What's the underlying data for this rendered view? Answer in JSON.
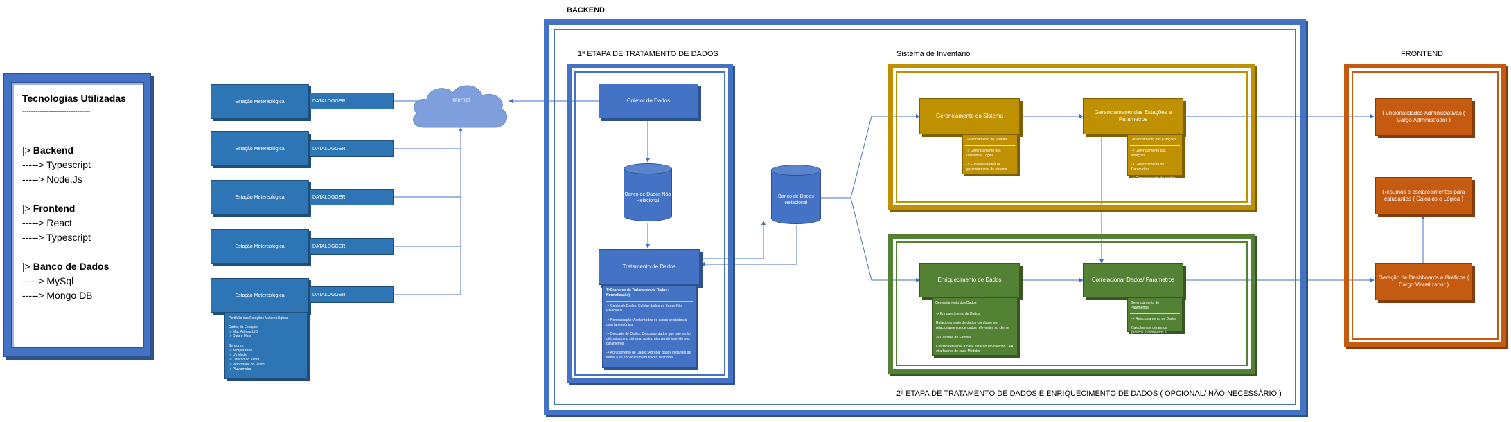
{
  "technologies": {
    "title": "Tecnologias Utilizadas",
    "divider": "-------------------------------",
    "lines": [
      {
        "prefix": "|> ",
        "bold": "Backend"
      },
      {
        "text": "-----> Typescript"
      },
      {
        "text": "-----> Node.Js"
      },
      {
        "prefix": "|> ",
        "bold": "Frontend"
      },
      {
        "text": "-----> React"
      },
      {
        "text": "-----> Typescript"
      },
      {
        "prefix": "|> ",
        "bold": "Banco de Dados"
      },
      {
        "text": "-----> MySql"
      },
      {
        "text": "-----> Mongo DB"
      }
    ]
  },
  "stations": [
    {
      "label": "Estação Metereológica",
      "logger": "DATALOGGER"
    },
    {
      "label": "Estação Metereológica",
      "logger": "DATALOGGER"
    },
    {
      "label": "Estação Metereológica",
      "logger": "DATALOGGER"
    },
    {
      "label": "Estação Metereológica",
      "logger": "DATALOGGER"
    },
    {
      "label": "Estação Metereológica",
      "logger": "DATALOGGER"
    }
  ],
  "station_note": {
    "title": "Portifolio das Estações Metereológicas",
    "body": "Dados da Estação:\n-> Mac Adress UID\n-> Data e Hora\n\nSensores:\n-> Temperatura\n-> Umidade\n-> Direção do Vento\n-> Velocidade do Vento\n-> Pluviometro\n..."
  },
  "internet": {
    "label": "Internet"
  },
  "backend": {
    "title": "BACKEND",
    "stage1": {
      "title": "1ª ETAPA DE TRATAMENTO DE DADOS",
      "collector": "Coletor de Dados",
      "nonrel_db": "Banco de Dados Não Relacional",
      "treatment": "Tratamento de Dados",
      "treatment_note_title": "1ª Processo de Tratamento de Dados ( Normalização)",
      "treatment_note_body": "-> Coleta de Dados: Coletar dados do Banco Não Relacional\n\n-> Normalização: Adotar todos os dados coletados à uma tabela única\n\n-> Descarte de Dados: Descartar dados que não serão utilizados pelo sistema, assim, não sendo inserido nos parametros\n\n-> Agrupamento de Dados: Agrupar dados instantes de forma a se encaixarem em traces relacional"
    },
    "rel_db": "Banco de Dados Relacional",
    "inventory": {
      "title": "Sistema de Inventario",
      "system_mgmt": "Gerenciamento do Sistema",
      "system_note_title": "Gerenciamento do Sistema",
      "system_note_body": "-> Gerenciamento dos usuários e Logins\n\n-> Funcionalidades de gerenciamento do sistema",
      "stations_mgmt": "Gerenciamento das Estações e Parametros",
      "stations_note_title": "Gerenciamento das Estações",
      "stations_note_body": "-> Gerenciamento das estações\n\n-> Gerenciamento de Parametros\n\n-> Gerenciamento de alertas"
    },
    "stage2": {
      "title": "2ª ETAPA DE TRATAMENTO DE DADOS E ENRIQUECIMENTO DE DADOS ( OPCIONAL/ NÃO NECESSÁRIO )",
      "enrich": "Enriquecimento de Dados",
      "enrich_note_title": "Gerenciamento dos Dados",
      "enrich_note_body": "-> Enriquecimento de Dados\n\nRelacionamento de dados com base em relacionamentos de dados relevantes ao cliente\n\n-> Calculos de Fatores\n\nCalculo referente a cada estação envolvendo CPA et a fatores de cada Medidor",
      "correlate": "Correlacionar Dados/ Parametros",
      "correlate_note_title": "Gerenciamento de Parametros",
      "correlate_note_body": "-> Relacionamento de Dados\n\nCalculos que geram os gráficos, dashboards e relatórios"
    }
  },
  "frontend": {
    "title": "FRONTEND",
    "admin": "Funcionalidades Administrativas ( Cargo Administrador )",
    "resources": "Resumos e esclarecimentos para estudantes ( Calculos e Lógica )",
    "dashboards": "Geração de Dashboards e Gráficos ( Cargo Visualizador )"
  },
  "colors": {
    "blue": "#4472c4",
    "gold": "#bf9000",
    "green": "#548235",
    "orange": "#c55a11"
  }
}
